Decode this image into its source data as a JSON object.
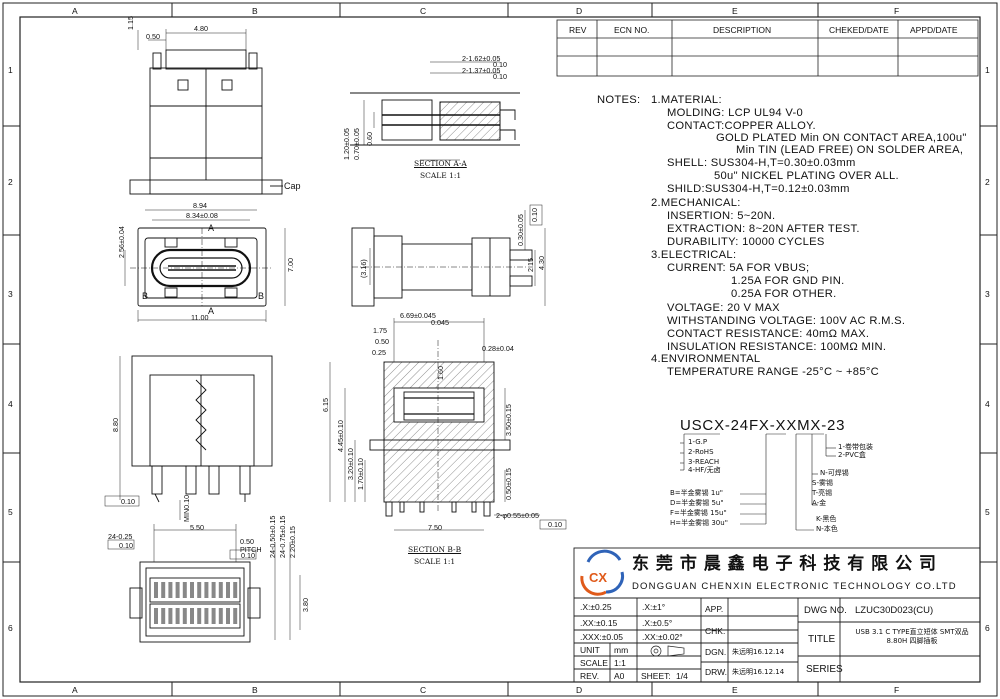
{
  "border": {
    "columns": [
      "A",
      "B",
      "C",
      "D",
      "E",
      "F"
    ],
    "rows": [
      "1",
      "2",
      "3",
      "4",
      "5",
      "6"
    ]
  },
  "revision_table": {
    "headers": [
      "REV",
      "ECN NO.",
      "DESCRIPTION",
      "CHEKED/DATE",
      "APPD/DATE"
    ]
  },
  "notes": {
    "heading": "NOTES:",
    "lines": [
      "1.MATERIAL:",
      "MOLDING: LCP UL94 V-0",
      "CONTACT:COPPER ALLOY.",
      "GOLD PLATED Min ON CONTACT AREA,100u\"",
      "Min TIN (LEAD FREE) ON SOLDER AREA,",
      "SHELL: SUS304-H,T=0.30±0.03mm",
      "50u\" NICKEL PLATING OVER ALL.",
      "SHILD:SUS304-H,T=0.12±0.03mm",
      "2.MECHANICAL:",
      "INSERTION: 5~20N.",
      "EXTRACTION: 8~20N AFTER TEST.",
      "DURABILITY: 10000 CYCLES",
      "3.ELECTRICAL:",
      "CURRENT: 5A FOR VBUS;",
      "1.25A FOR GND PIN.",
      "0.25A FOR OTHER.",
      "VOLTAGE: 20 V MAX",
      "WITHSTANDING VOLTAGE: 100V AC R.M.S.",
      "CONTACT RESISTANCE: 40mΩ MAX.",
      "INSULATION RESISTANCE: 100MΩ MIN.",
      "4.ENVIRONMENTAL",
      "TEMPERATURE RANGE -25°C ~ +85°C"
    ]
  },
  "part_number": {
    "code": "USCX-24FX-XXMX-23",
    "left_options": [
      "1-G.P",
      "2-RoHS",
      "3-REACH",
      "4-HF/无卤"
    ],
    "plating_options": [
      "B=半金雾锡 1u\"",
      "D=半金雾锡 5u\"",
      "F=半金雾锡 15u\"",
      "H=半金雾锡 30u\""
    ],
    "right_options_a": [
      "1-卷带包装",
      "2-PVC盒"
    ],
    "right_options_b": [
      "N-可焊锡",
      "S-雾锡",
      "T-亮锡",
      "A-金"
    ],
    "right_options_c": [
      "K-黑色",
      "N-本色"
    ]
  },
  "company": {
    "name_cn": "东 莞 市 晨 鑫 电 子 科 技 有 限 公 司",
    "name_en": "DONGGUAN CHENXIN ELECTRONIC TECHNOLOGY CO.LTD"
  },
  "title_block": {
    "tolerances": [
      ".X:±0.25",
      ".X:±1°",
      ".XX:±0.15",
      ".X:±0.5°",
      ".XXX:±0.05",
      ".XX:±0.02°"
    ],
    "unit_label": "UNIT",
    "unit_value": "mm",
    "scale_label": "SCALE",
    "scale_value": "1:1",
    "rev_label": "REV.",
    "rev_value": "A0",
    "sheet_label": "SHEET:",
    "sheet_value": "1/4",
    "app_label": "APP.",
    "chk_label": "CHK.",
    "dgn_label": "DGN.",
    "drw_label": "DRW.",
    "dgn_value": "朱远明16.12.14",
    "drw_value": "朱远明16.12.14",
    "dwg_label": "DWG NO.",
    "dwg_value": "LZUC30D023(CU)",
    "title_label": "TITLE",
    "title_value": "USB 3.1 C TYPE直立短体 SMT双品 8.80H 四脚插板",
    "series_label": "SERIES"
  },
  "views": {
    "section_a": "SECTION A-A",
    "section_b": "SECTION B-B",
    "scale_11": "SCALE 1:1",
    "cap": "Cap",
    "dims_top": [
      "4.80",
      "1.15",
      "0.50"
    ],
    "dims_front": [
      "8.94",
      "8.34±0.08",
      "2.56±0.04",
      "7.00",
      "11.00",
      "A",
      "A",
      "B",
      "B"
    ],
    "dims_side": [
      "8.80",
      "0.10"
    ],
    "dims_bottom": [
      "5.50",
      "MIN0.10",
      "24-0.25",
      "0.10",
      "24-0.50±0.15",
      "24-0.75±0.15",
      "2.20±0.15",
      "0.50 PITCH",
      "0.10",
      "3.80"
    ],
    "dims_section_a": [
      "2-1.62±0.05",
      "2-1.37±0.05",
      "1.20±0.05",
      "0.70±0.05",
      "0.60"
    ],
    "dims_section_a_tol": [
      "0.10",
      "0.10"
    ],
    "dims_mid_side": [
      "(3.16)",
      "0.30±0.05",
      "0.10",
      "2.15",
      "4.30"
    ],
    "dims_section_b": [
      "6.69±0.045",
      "0.045",
      "1.75",
      "0.50",
      "0.25",
      "0.28±0.04",
      "1.60",
      "6.15",
      "4.45±0.10",
      "3.20±0.10",
      "1.70±0.10",
      "3.50±0.15",
      "0.50±0.15",
      "7.50",
      "2-φ0.55±0.05",
      "0.10"
    ]
  }
}
